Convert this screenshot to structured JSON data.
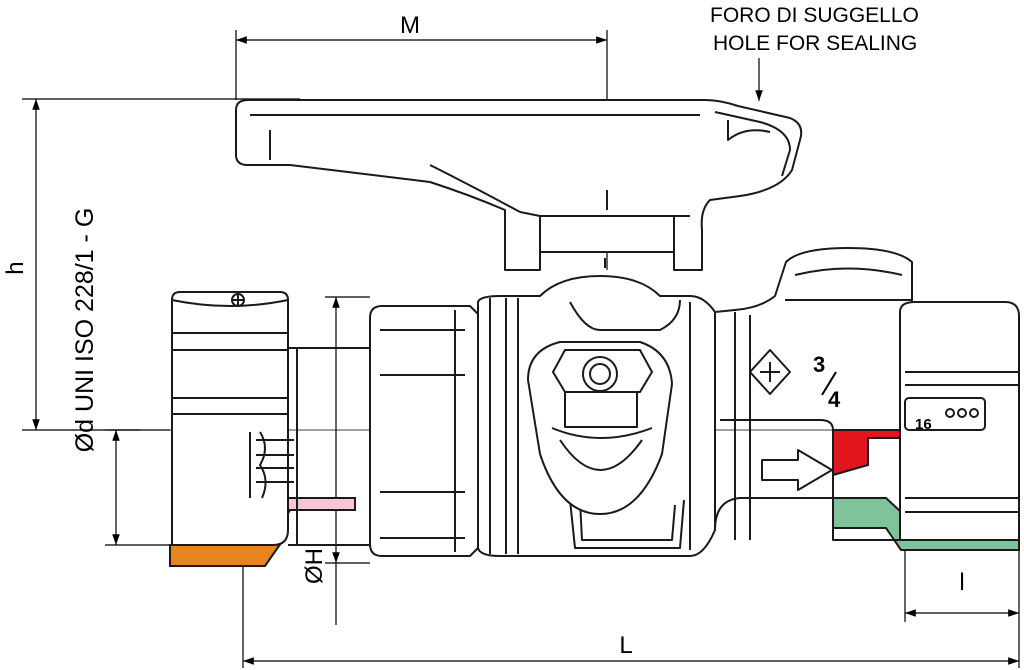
{
  "drawing": {
    "labels": {
      "M": "M",
      "h": "h",
      "L": "L",
      "l": "l",
      "oh": "ØH",
      "thread_spec": "Ød UNI ISO 228/1 - G",
      "seal_hole_it": "FORO DI SUGGELLO",
      "seal_hole_en": "HOLE FOR SEALING",
      "size_num": "3",
      "size_den": "4",
      "pn_marking": "16"
    },
    "colors": {
      "outline": "#1a1a1a",
      "body_fill": "#ffffff",
      "orange_seal": "#e8841f",
      "pink_seal": "#f4c6d8",
      "green_seal": "#7ec39a",
      "red_seal": "#e0161c"
    }
  }
}
